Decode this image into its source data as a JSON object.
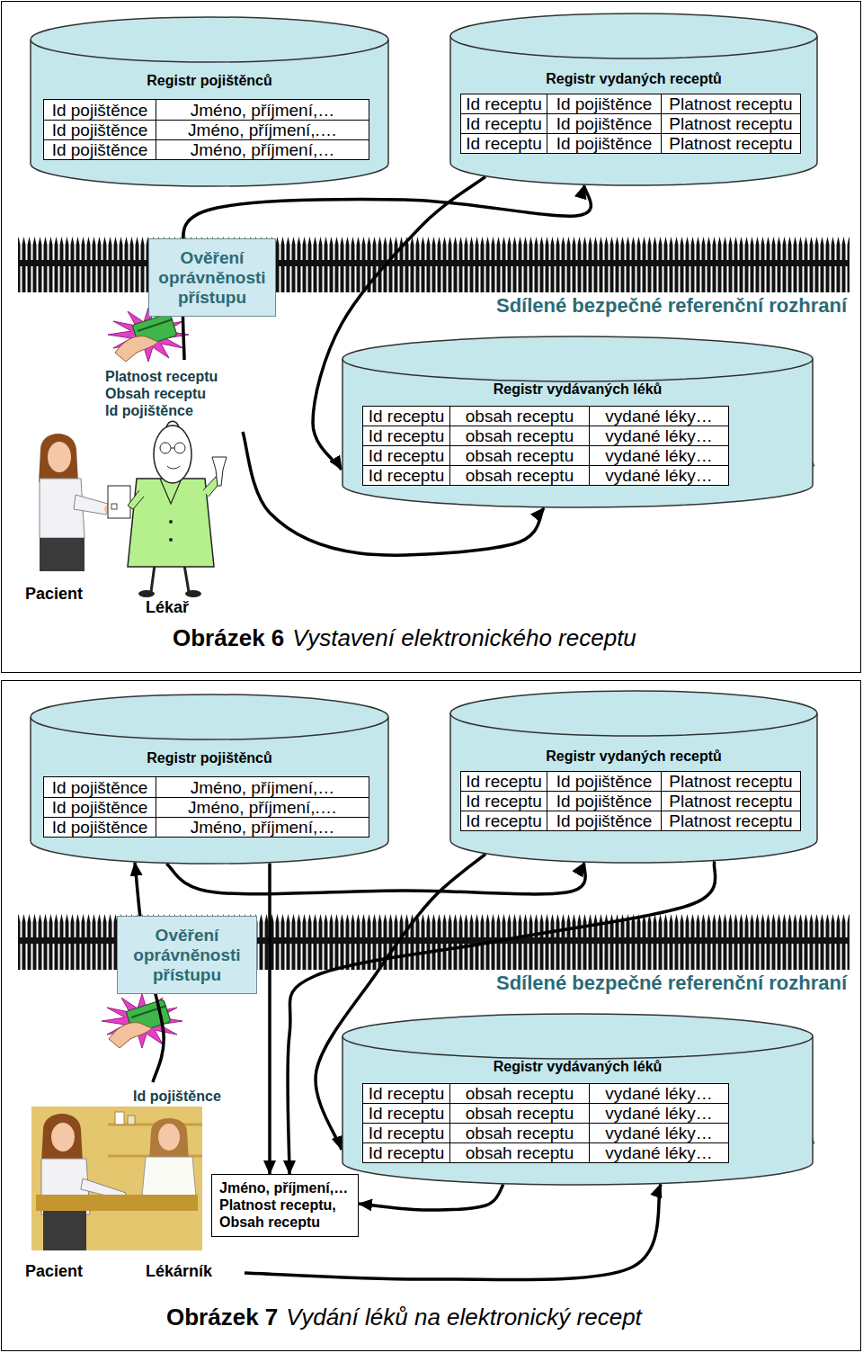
{
  "diagram": {
    "nodes": [
      {
        "text": [
          "Obrázek 6",
          "Vystavení elektronického receptu"
        ]
      },
      {
        "text": [
          "Registr pojištěnců"
        ],
        "in": 0
      },
      {
        "text": [
          "Registr vydaných receptů"
        ],
        "in": 0
      },
      {
        "text": [
          "Sdílené bezpečné referenční rozhraní"
        ],
        "in": 0
      },
      {
        "text": [
          "Ověření oprávněnosti přístupu"
        ],
        "in": 3
      },
      {
        "text": [
          "Registr vydávaných léků"
        ],
        "in": 0
      },
      {
        "text": [
          "Platnost receptu Obsah receptu Id pojištěnce",
          "Lékař"
        ],
        "in": 0
      },
      {
        "text": [
          "Obrázek 7",
          "Vydání léků na elektronický recept"
        ]
      },
      {
        "text": [
          "Registr pojištěnců"
        ],
        "in": 7
      },
      {
        "text": [
          "Registr vydaných receptů"
        ],
        "in": 7
      },
      {
        "text": [
          "Sdílené bezpečné referenční rozhraní"
        ],
        "in": 7
      },
      {
        "text": [
          "Ověření oprávněnosti přístupu"
        ],
        "in": 10
      },
      {
        "text": [
          "Registr vydávaných léků"
        ],
        "in": 7
      },
      {
        "text": [
          "Id pojištěnce",
          "Lékárník"
        ],
        "in": 7
      },
      {
        "text": [
          "Jméno, příjmení,… Platnost receptu, Obsah receptu"
        ],
        "in": 7
      }
    ],
    "edges": [
      {
        "from": 6,
        "to": 2,
        "arrow": "to"
      },
      {
        "from": 2,
        "to": 5,
        "arrow": "to"
      },
      {
        "from": 6,
        "to": 5,
        "arrow": "to"
      },
      {
        "from": 13,
        "to": 8,
        "arrow": "to"
      },
      {
        "from": 8,
        "to": 9,
        "arrow": "to"
      },
      {
        "from": 8,
        "to": 14,
        "arrow": "to"
      },
      {
        "from": 9,
        "to": 14,
        "arrow": "to"
      },
      {
        "from": 9,
        "to": 12,
        "arrow": "to"
      },
      {
        "from": 13,
        "to": 12,
        "arrow": "to"
      },
      {
        "from": 12,
        "to": 14,
        "arrow": "to"
      }
    ],
    "labels": [
      "Id pojištěnce",
      "Jméno, příjmení,…",
      "Id pojištěnce",
      "Jméno, příjmení,.…",
      "Id pojištěnce",
      "Jméno, příjmení,…",
      "Id receptu",
      "Id pojištěnce",
      "Platnost receptu",
      "Id receptu",
      "Id pojištěnce",
      "Platnost receptu",
      "Id receptu",
      "Id pojištěnce",
      "Platnost receptu",
      "Id receptu",
      "obsah receptu",
      "vydané léky…",
      "Id receptu",
      "obsah receptu",
      "vydané léky…",
      "Id receptu",
      "obsah receptu",
      "vydané léky…",
      "Id receptu",
      "obsah receptu",
      "vydané léky…",
      "Pacient",
      "Id pojištěnce",
      "Jméno, příjmení,…",
      "Id pojištěnce",
      "Jméno, příjmení,.…",
      "Id pojištěnce",
      "Jméno, příjmení,…",
      "Id receptu",
      "Id pojištěnce",
      "Platnost receptu",
      "Id receptu",
      "Id pojištěnce",
      "Platnost receptu",
      "Id receptu",
      "Id pojištěnce",
      "Platnost receptu",
      "Id receptu",
      "obsah receptu",
      "vydané léky…",
      "Id receptu",
      "obsah receptu",
      "vydané léky…",
      "Id receptu",
      "obsah receptu",
      "vydané léky…",
      "Id receptu",
      "obsah receptu",
      "vydané léky…",
      "Pacient"
    ]
  }
}
